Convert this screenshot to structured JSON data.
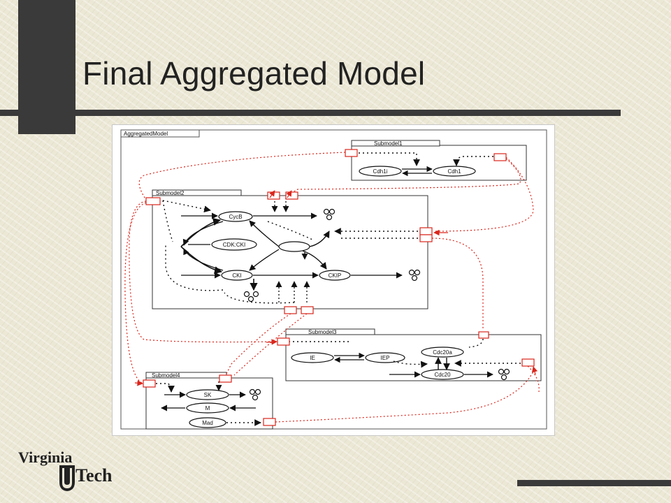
{
  "slide": {
    "title": "Final Aggregated Model"
  },
  "logo": {
    "line1": "Virginia",
    "line2": "Tech"
  },
  "diagram": {
    "frame_label": "AggregatedModel",
    "submodels": {
      "sub1": "Submodel1",
      "sub2": "Submodel2",
      "sub3": "Submodel3",
      "sub4": "Submodel4"
    },
    "nodes": {
      "cdh1i": "Cdh1i",
      "cdh1": "Cdh1",
      "cycb": "CycB",
      "cdkcki": "CDK:CKI",
      "cki": "CKI",
      "ckip": "CKIP",
      "ie": "IE",
      "iep": "IEP",
      "cdc20a": "Cdc20a",
      "cdc20": "Cdc20",
      "sk": "SK",
      "m": "M",
      "mad": "Mad"
    },
    "colors": {
      "port": "#d9261c",
      "link": "#d9261c",
      "ink": "#111111"
    }
  }
}
